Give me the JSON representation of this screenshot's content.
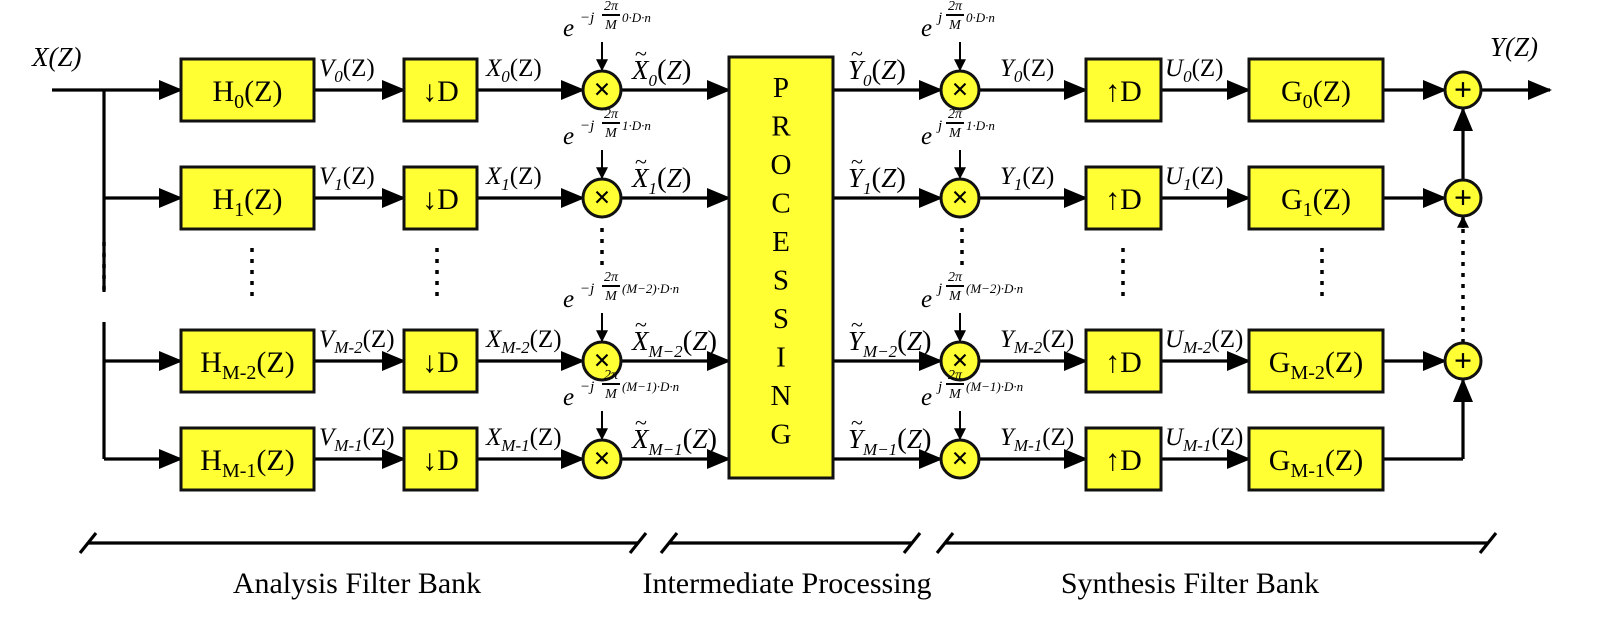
{
  "input_label": "X(Z)",
  "output_label": "Y(Z)",
  "section_labels": {
    "analysis": "Analysis Filter Bank",
    "intermediate": "Intermediate Processing",
    "synthesis": "Synthesis Filter Bank"
  },
  "processing_letters": [
    "P",
    "R",
    "O",
    "C",
    "E",
    "S",
    "S",
    "I",
    "N",
    "G"
  ],
  "downsample_label": "↓D",
  "upsample_label": "↑D",
  "branches": [
    {
      "h_main": "H",
      "h_sub": "0",
      "g_main": "G",
      "g_sub": "0",
      "v_main": "V",
      "v_sub": "0",
      "x_main": "X",
      "x_sub": "0",
      "xt_sub": "0",
      "yt_sub": "0",
      "y_main": "Y",
      "y_sub": "0",
      "u_main": "U",
      "u_sub": "0",
      "mod_analysis": "−j 2π/M 0·D·n",
      "mod_analysis_idx": "0",
      "mod_synthesis_idx": "0",
      "paren": "Z"
    },
    {
      "h_main": "H",
      "h_sub": "1",
      "g_main": "G",
      "g_sub": "1",
      "v_main": "V",
      "v_sub": "1",
      "x_main": "X",
      "x_sub": "1",
      "xt_sub": "1",
      "yt_sub": "1",
      "y_main": "Y",
      "y_sub": "1",
      "u_main": "U",
      "u_sub": "1",
      "mod_analysis_idx": "1",
      "mod_synthesis_idx": "1",
      "paren": "Z"
    },
    {
      "h_main": "H",
      "h_sub": "M-2",
      "g_main": "G",
      "g_sub": "M-2",
      "v_main": "V",
      "v_sub": "M-2",
      "x_main": "X",
      "x_sub": "M-2",
      "xt_sub": "M−2",
      "yt_sub": "M−2",
      "y_main": "Y",
      "y_sub": "M-2",
      "u_main": "U",
      "u_sub": "M-2",
      "mod_analysis_idx": "(M−2)",
      "mod_synthesis_idx": "(M−2)",
      "paren": "Z"
    },
    {
      "h_main": "H",
      "h_sub": "M-1",
      "g_main": "G",
      "g_sub": "M-1",
      "v_main": "V",
      "v_sub": "M-1",
      "x_main": "X",
      "x_sub": "M-1",
      "xt_sub": "M−1",
      "yt_sub": "M−1",
      "y_main": "Y",
      "y_sub": "M-1",
      "u_main": "U",
      "u_sub": "M-1",
      "mod_analysis_idx": "(M−1)",
      "mod_synthesis_idx": "(M−1)",
      "paren": "Z"
    }
  ],
  "symbols": {
    "e": "e",
    "minus_j": "−j",
    "j": "j",
    "two_pi": "2π",
    "M": "M",
    "D_n": "·D·n",
    "multiply": "×",
    "add": "+",
    "Z": "Z"
  }
}
